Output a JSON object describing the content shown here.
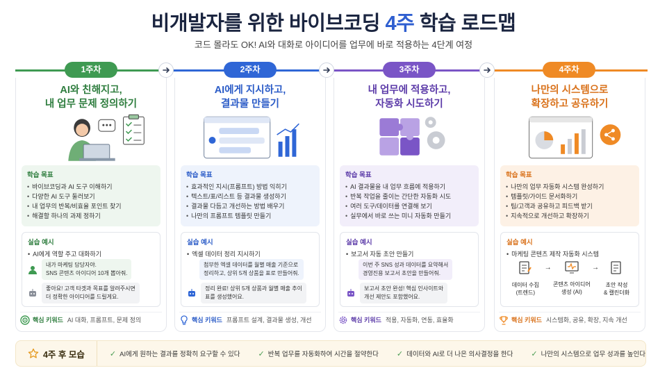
{
  "header": {
    "title_pre": "비개발자를 위한 바이브코딩 ",
    "title_accent": "4주",
    "title_post": " 학습 로드맵",
    "subtitle": "코드 몰라도 OK! AI와 대화로 아이디어를 업무에 바로 적용하는 4단계 여정"
  },
  "colors": {
    "w1": "#3f9a52",
    "w2": "#2f66d6",
    "w3": "#7a55c6",
    "w4": "#ef8a25"
  },
  "weeks": [
    {
      "label": "1주차",
      "title1": "AI와 친해지고,",
      "title2": "내 업무 문제 정의하기",
      "goals_label": "학습 목표",
      "goals": [
        "바이브코딩과 AI 도구 이해하기",
        "다양한 AI 도구 둘러보기",
        "내 업무의 반복/비효율 포인트 찾기",
        "해결할 하나의 과제 정하기"
      ],
      "practice_label": "실습 예시",
      "practice_item": "AI에게 역할 주고 대화하기",
      "bubble1a": "내가 마케팅 담당자야.",
      "bubble1b": "SNS 콘텐츠 아이디어 10개 뽑아줘.",
      "bubble2a": "좋아요! 고객 타겟과 목표를 알려주시면",
      "bubble2b": "더 정확한 아이디어를 드릴게요.",
      "kw_label": "핵심 키워드",
      "kw_text": "AI 대화, 프롬프트, 문제 정의"
    },
    {
      "label": "2주차",
      "title1": "AI에게 지시하고,",
      "title2": "결과물 만들기",
      "goals_label": "학습 목표",
      "goals": [
        "효과적인 지시(프롬프트) 방법 익히기",
        "텍스트/표/리스트 등 결과물 생성하기",
        "결과물 다듬고 개선하는 방법 배우기",
        "나만의 프롬프트 템플릿 만들기"
      ],
      "practice_label": "실습 예시",
      "practice_item": "엑셀 데이터 정리 지시하기",
      "bubble1a": "첨부한 엑셀 데이터를 월별 매출 기준으로",
      "bubble1b": "정리하고, 상위 5개 상품을 표로 만들어줘.",
      "bubble2a": "정리 완료! 상위 5개 상품과 월별 매출 추이",
      "bubble2b": "표를 생성했어요.",
      "kw_label": "핵심 키워드",
      "kw_text": "프롬프트 설계, 결과물 생성, 개선"
    },
    {
      "label": "3주차",
      "title1": "내 업무에 적용하고,",
      "title2": "자동화 시도하기",
      "goals_label": "학습 목표",
      "goals": [
        "AI 결과물을 내 업무 흐름에 적용하기",
        "반복 작업을 줄이는 간단한 자동화 시도",
        "여러 도구/데이터를 연결해 보기",
        "실무에서 바로 쓰는 미니 자동화 만들기"
      ],
      "practice_label": "실습 예시",
      "practice_item": "보고서 자동 초안 만들기",
      "bubble1a": "이번 주 SNS 성과 데이터를 요약해서",
      "bubble1b": "경영진용 보고서 초안을 만들어줘.",
      "bubble2a": "보고서 초안 완성! 핵심 인사이트와",
      "bubble2b": "개선 제안도 포함했어요.",
      "kw_label": "핵심 키워드",
      "kw_text": "적용, 자동화, 연동, 효율화"
    },
    {
      "label": "4주차",
      "title1": "나만의 시스템으로",
      "title2": "확장하고 공유하기",
      "goals_label": "학습 목표",
      "goals": [
        "나만의 업무 자동화 시스템 완성하기",
        "템플릿/가이드 문서화하기",
        "팀/고객과 공유하고 피드백 받기",
        "지속적으로 개선하고 확장하기"
      ],
      "practice_label": "실습 예시",
      "practice_item": "마케팅 콘텐츠 제작 자동화 시스템",
      "flow": [
        {
          "a": "데이터 수집",
          "b": "(트렌드)"
        },
        {
          "a": "콘텐츠 아이디어",
          "b": "생성 (AI)"
        },
        {
          "a": "초안 작성",
          "b": "& 캘린더화"
        }
      ],
      "kw_label": "핵심 키워드",
      "kw_text": "시스템화, 공유, 확장, 지속 개선"
    }
  ],
  "bottom": {
    "label": "4주 후 모습",
    "items": [
      "AI에게 원하는 결과를 정확히 요구할 수 있다",
      "반복 업무를 자동화하여 시간을 절약한다",
      "데이터와 AI로 더 나은 의사결정을 한다",
      "나만의 시스템으로 업무 성과를 높인다"
    ]
  }
}
